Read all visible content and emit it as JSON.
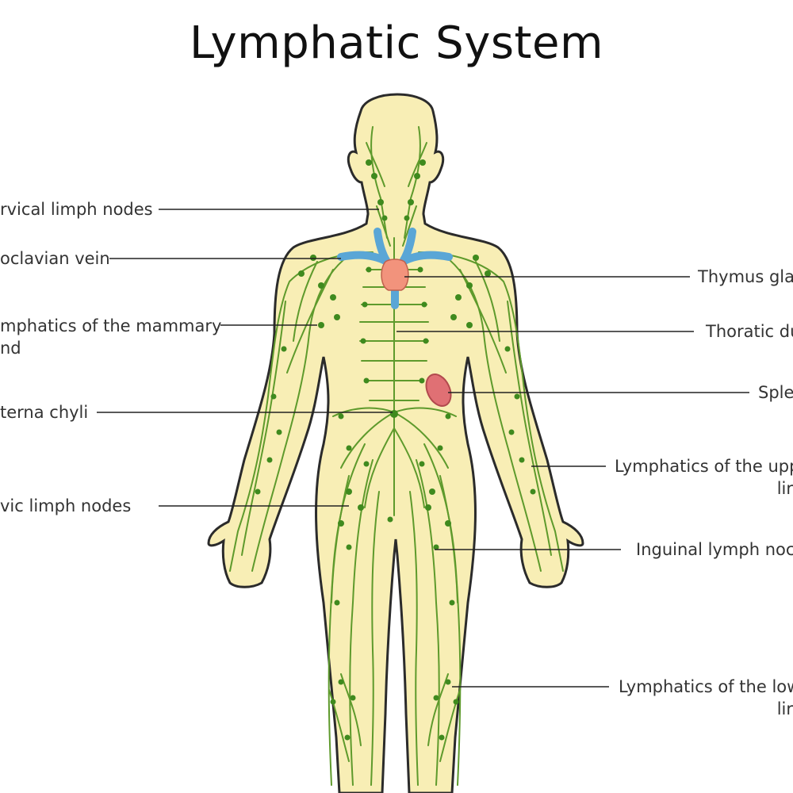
{
  "title": "Lymphatic System",
  "labels": {
    "cervical": "rvical limph nodes",
    "subclavian": "oclavian vein",
    "mammary": "mphatics of the mammary\nnd",
    "cisterna": "terna chyli",
    "pelvic": "vic limph nodes",
    "thymus": "Thymus gla",
    "thoracic": "Thoratic du",
    "spleen": "Sple",
    "upper": "Lymphatics of the upp\nlir",
    "inguinal": "Inguinal lymph noc",
    "lower": "Lymphatics of the low\nlir"
  },
  "colors": {
    "skin": "#f8eeb5",
    "outline": "#2b2b2b",
    "vessel": "#5e9a2c",
    "node": "#3f8a1e",
    "vein": "#5aa6d6",
    "thymus": "#f2937c",
    "spleen": "#e07074",
    "leader": "#222222"
  }
}
